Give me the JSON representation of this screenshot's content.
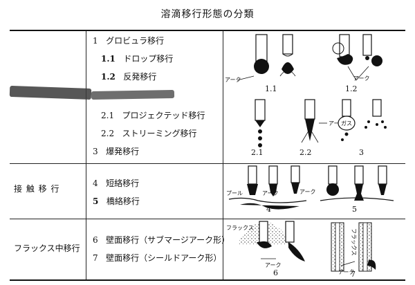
{
  "title": "溶滴移行形態の分類",
  "categories": {
    "c1": "",
    "c2": "接 触 移 行",
    "c3": "フラックス中移行"
  },
  "rows": [
    {
      "num": "1",
      "text": "グロビュラ移行"
    },
    {
      "num": "1.1",
      "text": "ドロップ移行"
    },
    {
      "num": "1.2",
      "text": "反発移行"
    },
    {
      "num": "2.1",
      "text": "プロジェクテッド移行"
    },
    {
      "num": "2.2",
      "text": "ストリーミング移行"
    },
    {
      "num": "3",
      "text": "爆発移行"
    },
    {
      "num": "4",
      "text": "短絡移行"
    },
    {
      "num": "5",
      "text": "橋絡移行"
    },
    {
      "num": "6",
      "text": "壁面移行（サブマージアーク形）"
    },
    {
      "num": "7",
      "text": "壁面移行（シールドアーク形）"
    }
  ],
  "figures": {
    "arc": "アーク",
    "pool": "プール",
    "flux": "フラックス",
    "gas": "ガス",
    "f11": "1.1",
    "f12": "1.2",
    "f21": "2.1",
    "f22": "2.2",
    "f3": "3",
    "f4": "4",
    "f5": "5",
    "f6": "6",
    "f7": "7"
  }
}
